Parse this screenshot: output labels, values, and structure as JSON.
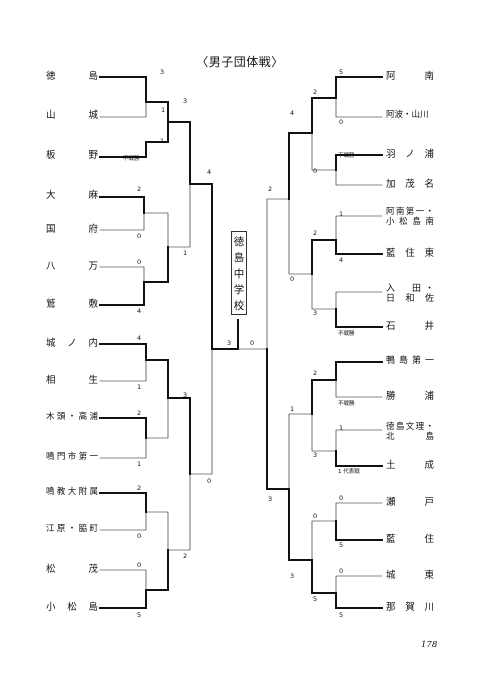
{
  "title": "〈男子団体戦〉",
  "champion": [
    "徳",
    "島",
    "中",
    "学",
    "校"
  ],
  "left_teams": [
    "徳　島",
    "山　城",
    "板　野",
    "大　麻",
    "国　府",
    "八　万",
    "鷲　敷",
    "城ノ内",
    "相　生",
    "木頭・高浦",
    "鳴門市第一",
    "鳴教大附属",
    "江原・脇町",
    "松　茂",
    "小松島"
  ],
  "right_teams": [
    "阿　南",
    "阿波・山川",
    "羽ノ浦",
    "加茂名",
    [
      "阿南第一・",
      "小松島南"
    ],
    "藍住東",
    [
      "入　田・",
      "日和佐"
    ],
    "石　井",
    "鴨島第一",
    "勝　浦",
    [
      "徳島文理・",
      "北　島"
    ],
    "土　成",
    "瀬　戸",
    "藍　住",
    "城　東",
    "那賀川"
  ],
  "scores": {
    "l_r1": [
      "3",
      "1",
      "2",
      "0",
      "0",
      "4",
      "4",
      "1",
      "2",
      "1",
      "2",
      "0",
      "0",
      "5"
    ],
    "l_r2": [
      "3",
      "1",
      "3",
      "2"
    ],
    "l_r3": [
      "4",
      "0"
    ],
    "final": [
      "3",
      "0"
    ],
    "r_r1": [
      "5",
      "0",
      "0",
      "1",
      "4",
      "3",
      "2",
      "1",
      "0",
      "5",
      "0"
    ],
    "r_r2": [
      "4",
      "2",
      "0",
      "1",
      "3",
      "3"
    ],
    "r_r3": [
      "2",
      "3"
    ],
    "r_r4": [
      "5",
      "5"
    ]
  },
  "notes": {
    "itano": "不戦勝",
    "hanoura": "不戦勝",
    "ishii": "不戦勝",
    "katsuura": "不戦勝",
    "donari": "1 代表戦"
  },
  "page_number": "178"
}
